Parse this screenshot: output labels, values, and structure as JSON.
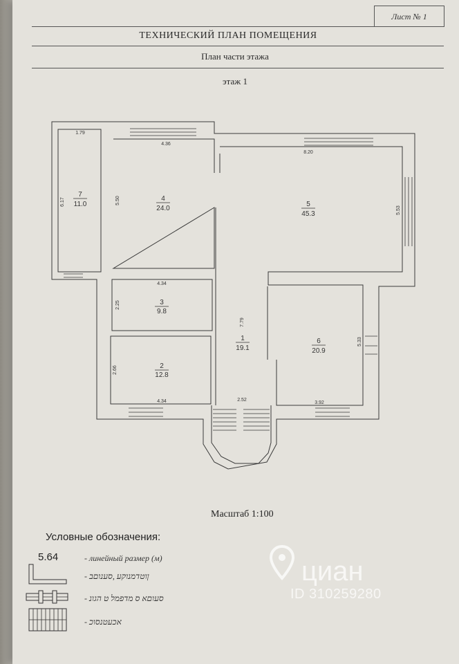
{
  "sheet": {
    "label": "Лист № 1"
  },
  "header": {
    "title": "ТЕХНИЧЕСКИЙ ПЛАН ПОМЕЩЕНИЯ",
    "subtitle": "План части этажа",
    "floor": "этаж 1"
  },
  "rooms": [
    {
      "number": "1",
      "area": "19.1"
    },
    {
      "number": "2",
      "area": "12.8"
    },
    {
      "number": "3",
      "area": "9.8"
    },
    {
      "number": "4",
      "area": "24.0"
    },
    {
      "number": "5",
      "area": "45.3"
    },
    {
      "number": "6",
      "area": "20.9"
    },
    {
      "number": "7",
      "area": "11.0"
    }
  ],
  "dimensions": {
    "room7_width": "1.79",
    "room7_height": "6.17",
    "room4_width": "4.36",
    "room4_height": "5.50",
    "room5_width": "8.20",
    "room5_height": "5.53",
    "room3_width": "4.34",
    "room3_height": "2.25",
    "room1_height": "7.79",
    "room2_height": "2.66",
    "room2_width": "4.34",
    "entrance_width": "2.52",
    "room6_width": "3.92",
    "room6_height": "5.33"
  },
  "scale": "Масштаб 1:100",
  "legend": {
    "title": "Условные обозначения:",
    "sample_value": "5.64",
    "items": [
      "- линейный размер (м)",
      "- ןוטדמנוקע ,סענוםב",
      "- סעוםא ס מדפמל ט הגונ",
      "- אכעטנסוכ"
    ]
  },
  "watermark": {
    "logo_icon": "location-pin-icon",
    "brand": "циан",
    "id": "ID 310259280"
  }
}
